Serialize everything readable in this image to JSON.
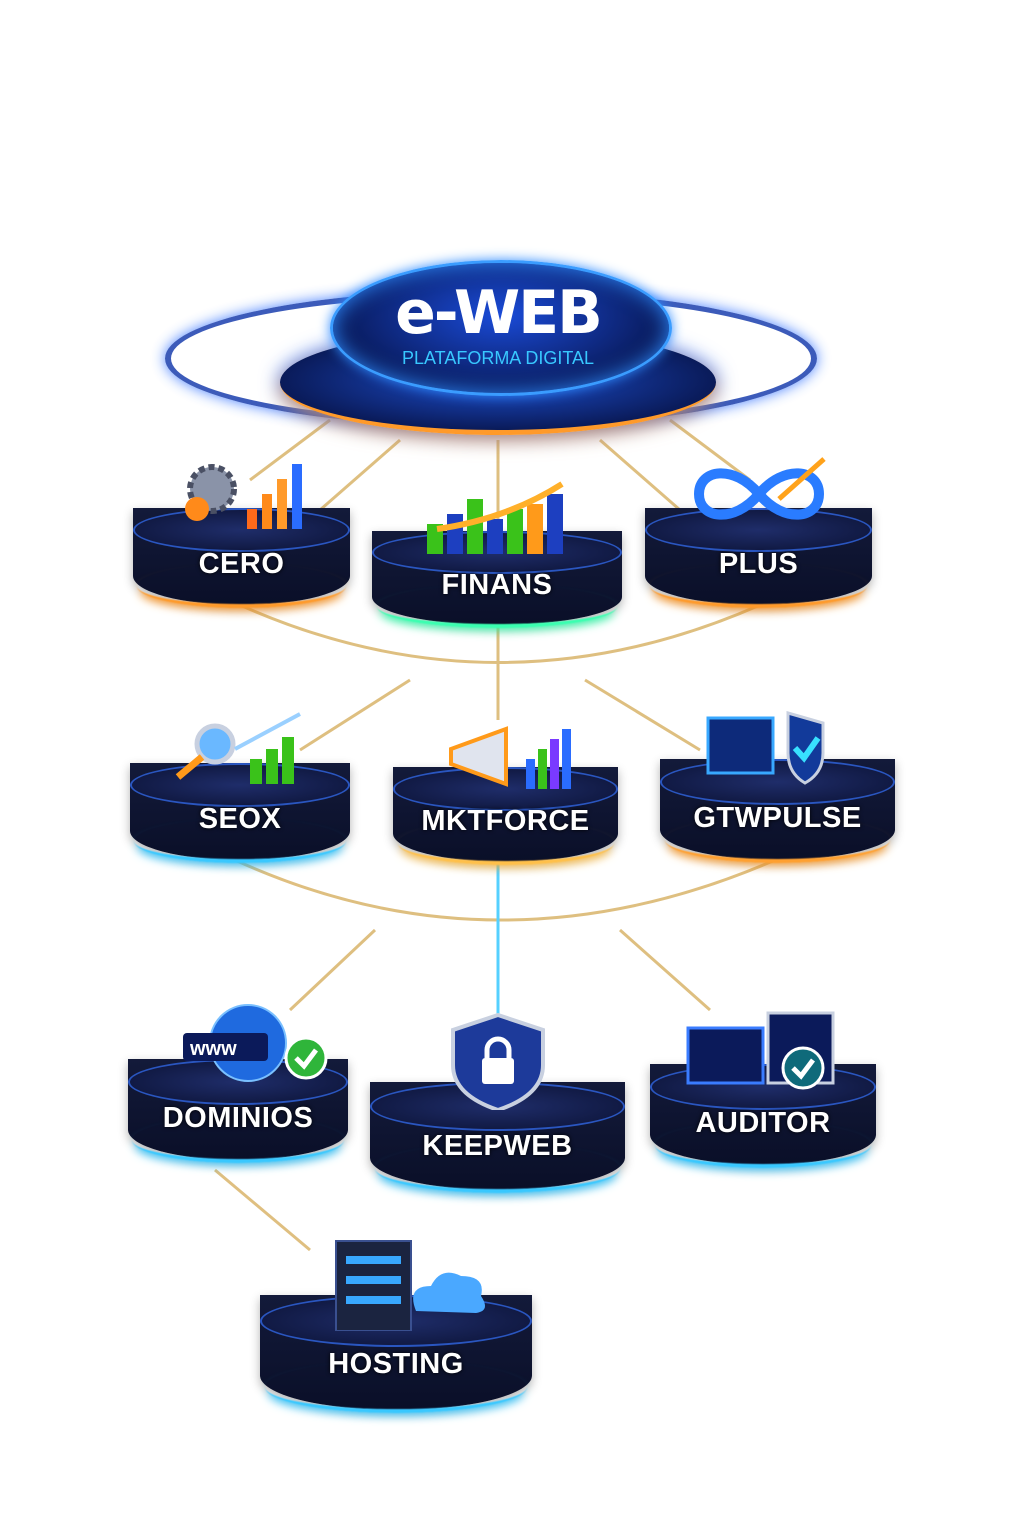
{
  "hub": {
    "title": "e-WEB",
    "subtitle": "PLATAFORMA DIGITAL"
  },
  "nodes": [
    {
      "label": "CERO",
      "icon": "gear-chart-icon"
    },
    {
      "label": "FINANS",
      "icon": "bar-chart-growth-icon"
    },
    {
      "label": "PLUS",
      "icon": "infinity-arrow-icon"
    },
    {
      "label": "SEOX",
      "icon": "magnifier-chart-icon"
    },
    {
      "label": "MKTFORCE",
      "icon": "megaphone-chart-icon"
    },
    {
      "label": "GTWPULSE",
      "icon": "shield-check-dashboard-icon"
    },
    {
      "label": "DOMINIOS",
      "icon": "www-globe-check-icon"
    },
    {
      "label": "KEEPWEB",
      "icon": "lock-shield-icon"
    },
    {
      "label": "AUDITOR",
      "icon": "monitor-check-icon"
    },
    {
      "label": "HOSTING",
      "icon": "server-cloud-icon"
    }
  ],
  "colors": {
    "navy": "#0a0f28",
    "blue": "#2a6cff",
    "orange": "#ff9a2a",
    "cyan": "#38c8ff",
    "link": "#d9b46a"
  }
}
